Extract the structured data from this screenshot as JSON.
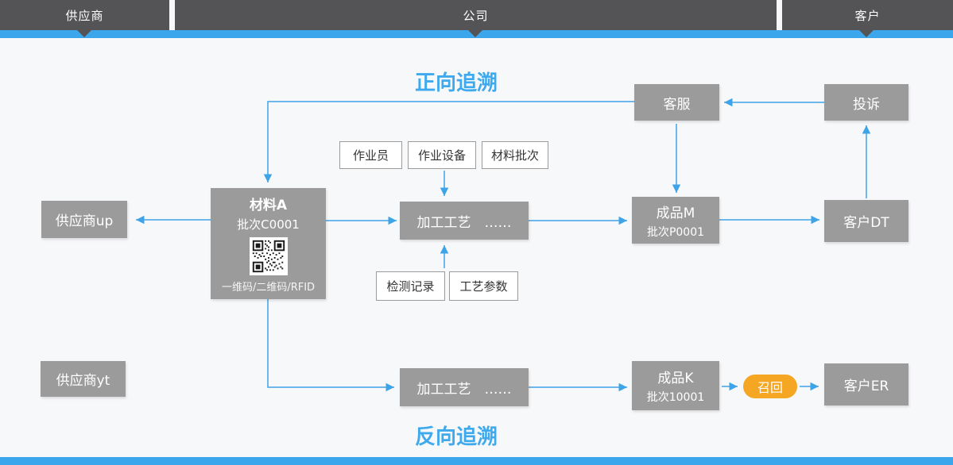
{
  "colors": {
    "accent_blue": "#3BA6EC",
    "header_dark": "#545456",
    "box_gray": "#9B9B9B",
    "recall_orange": "#F5A623"
  },
  "header": {
    "supplier": "供应商",
    "company": "公司",
    "customer": "客户"
  },
  "titles": {
    "forward": "正向追溯",
    "backward": "反向追溯"
  },
  "nodes": {
    "customer_service": "客服",
    "complaint": "投诉",
    "material_a_title": "材料A",
    "material_a_batch": "批次C0001",
    "material_a_code": "一维码/二维码/RFID",
    "supplier_up": "供应商up",
    "process_1": "加工工艺　……",
    "product_m_title": "成品M",
    "product_m_batch": "批次P0001",
    "customer_dt": "客户DT",
    "supplier_yt": "供应商yt",
    "process_2": "加工工艺　……",
    "product_k_title": "成品K",
    "product_k_batch": "批次10001",
    "recall": "召回",
    "customer_er": "客户ER"
  },
  "tags": {
    "operator": "作业员",
    "equipment": "作业设备",
    "material_batch": "材料批次",
    "inspection_record": "检测记录",
    "process_params": "工艺参数"
  }
}
